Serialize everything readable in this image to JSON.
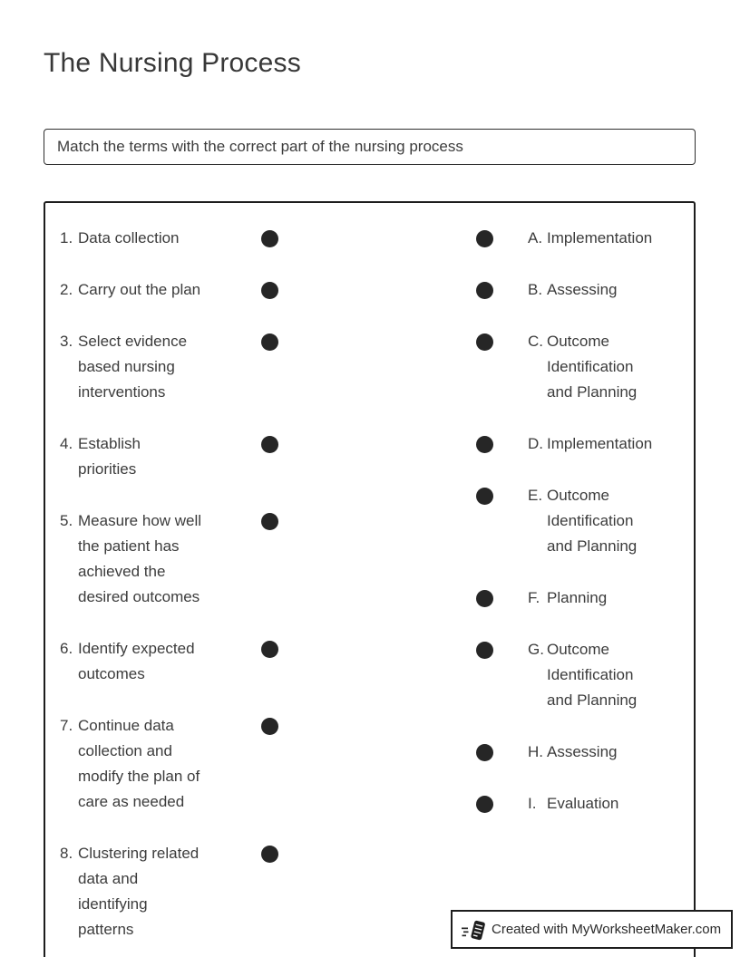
{
  "page": {
    "title": "The Nursing Process",
    "instruction": "Match the terms with the correct part of the nursing process"
  },
  "matching": {
    "left_items": [
      {
        "number": "1.",
        "text": "Data collection"
      },
      {
        "number": "2.",
        "text": "Carry out the plan"
      },
      {
        "number": "3.",
        "text": "Select evidence\nbased nursing\ninterventions"
      },
      {
        "number": "4.",
        "text": "Establish\npriorities"
      },
      {
        "number": "5.",
        "text": "Measure how well\nthe patient has\nachieved the\ndesired outcomes"
      },
      {
        "number": "6.",
        "text": "Identify expected\noutcomes"
      },
      {
        "number": "7.",
        "text": "Continue data\ncollection and\nmodify the plan of\ncare as needed"
      },
      {
        "number": "8.",
        "text": "Clustering related\ndata and\nidentifying\npatterns"
      }
    ],
    "right_items": [
      {
        "letter": "A.",
        "text": "Implementation"
      },
      {
        "letter": "B.",
        "text": "Assessing"
      },
      {
        "letter": "C.",
        "text": "Outcome\nIdentification\nand Planning"
      },
      {
        "letter": "D.",
        "text": "Implementation"
      },
      {
        "letter": "E.",
        "text": "Outcome\nIdentification\nand Planning"
      },
      {
        "letter": "F.",
        "text": "Planning"
      },
      {
        "letter": "G.",
        "text": "Outcome\nIdentification\nand Planning"
      },
      {
        "letter": "H.",
        "text": "Assessing"
      },
      {
        "letter": "I.",
        "text": "Evaluation"
      }
    ]
  },
  "footer": {
    "credit": "Created with MyWorksheetMaker.com",
    "logo_icon": "worksheet-flying-page-icon"
  },
  "colors": {
    "text": "#3c3c3c",
    "dot": "#262626",
    "border": "#1d1d1d"
  }
}
